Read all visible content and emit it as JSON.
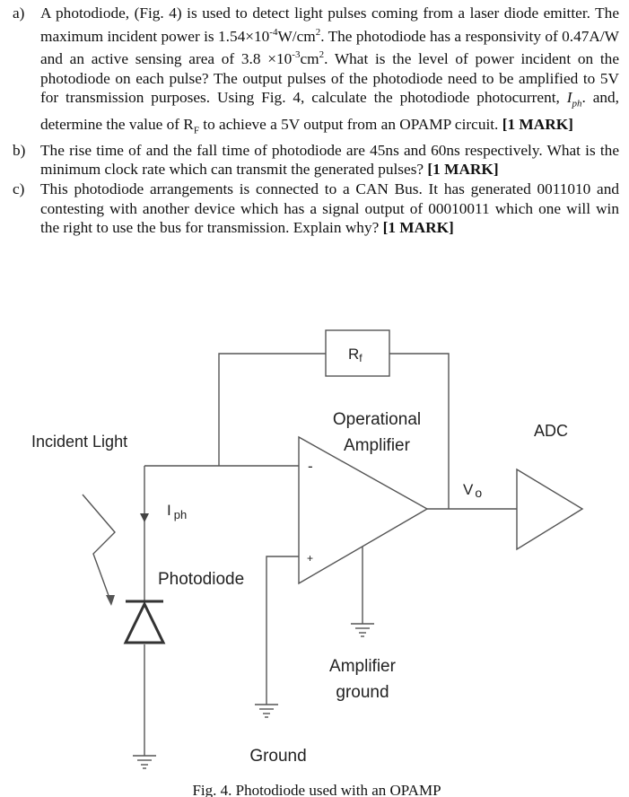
{
  "questions": [
    {
      "label": "a)",
      "parts": [
        "A photodiode, (Fig. 4) is used to detect light pulses coming from a laser diode emitter. The maximum incident power is 1.54×10",
        "-4",
        "W/cm",
        "2",
        ". The photodiode has a responsivity of 0.47A/W and an active sensing area of 3.8 ×10",
        "-3",
        "cm",
        "2",
        ". What is the level of power incident on the photodiode on each pulse? The output pulses of the photodiode need to be amplified to 5V for transmission purposes. Using Fig. 4, calculate the photodiode photocurrent, ",
        "I",
        "ph",
        ". and, determine the value of R",
        "F",
        " to achieve a 5V output from an OPAMP circuit. ",
        "[1 MARK]"
      ]
    },
    {
      "label": "b)",
      "parts": [
        "The rise time of and the fall time of photodiode are 45ns and 60ns respectively. What is the minimum clock rate which can transmit the generated pulses? ",
        "[1 MARK]"
      ]
    },
    {
      "label": "c)",
      "parts": [
        "This photodiode arrangements is connected to a CAN Bus. It has generated 0011010 and contesting with another device which has a signal output of 00010011 which one will win the right to use the bus for transmission. Explain why? ",
        "[1 MARK]"
      ]
    }
  ],
  "figure": {
    "rf_main": "R",
    "rf_sub": "f",
    "opamp_line1": "Operational",
    "opamp_line2": "Amplifier",
    "adc": "ADC",
    "vo_main": "V",
    "vo_sub": "o",
    "incident_light": "Incident Light",
    "iph_main": "I",
    "iph_sub": "ph",
    "photodiode": "Photodiode",
    "minus": "-",
    "plus": "+",
    "amp_ground_line1": "Amplifier",
    "amp_ground_line2": "ground",
    "ground": "Ground",
    "caption": "Fig. 4. Photodiode used with an OPAMP"
  }
}
